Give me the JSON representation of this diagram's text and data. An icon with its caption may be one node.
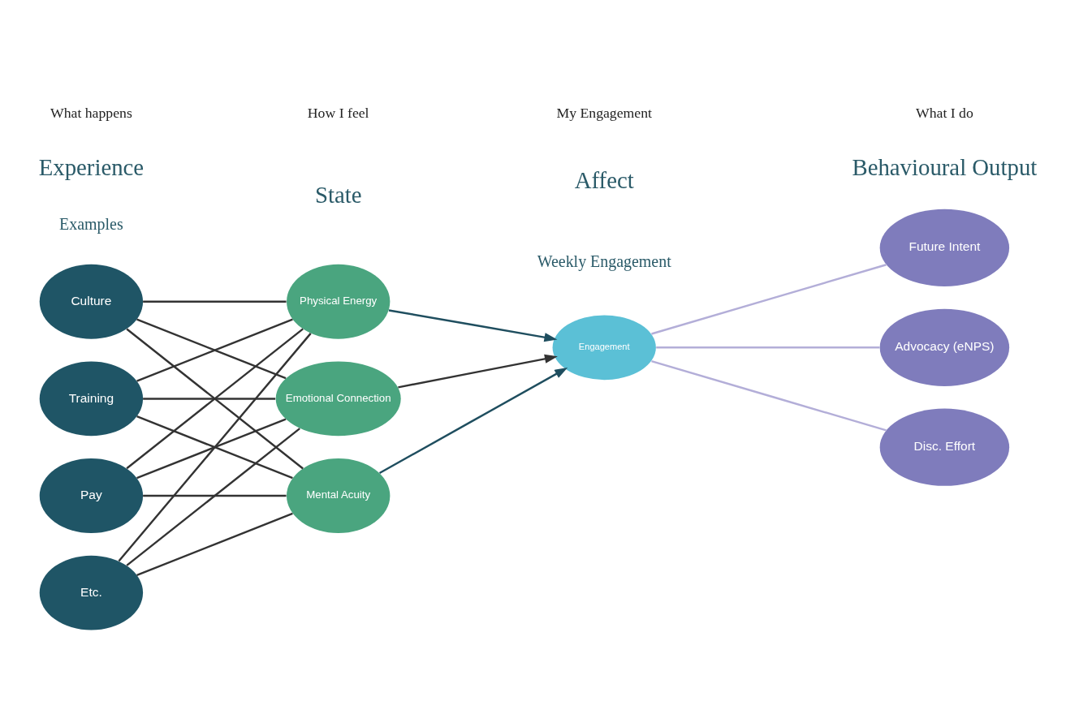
{
  "diagram": {
    "nodes": [
      {
        "text": [
          "Culture"
        ]
      },
      {
        "text": [
          "Training"
        ]
      },
      {
        "text": [
          "Pay"
        ]
      },
      {
        "text": [
          "Etc."
        ]
      },
      {
        "text": [
          "Physical Energy"
        ]
      },
      {
        "text": [
          "Emotional Connection"
        ]
      },
      {
        "text": [
          "Mental Acuity"
        ]
      },
      {
        "text": [
          "Engagement"
        ],
        "beside": [
          "Weekly Engagement"
        ]
      },
      {
        "text": [
          "Future Intent"
        ]
      },
      {
        "text": [
          "Advocacy (eNPS)"
        ]
      },
      {
        "text": [
          "Disc. Effort"
        ]
      }
    ],
    "edges": [
      {
        "from": 0,
        "to": 4,
        "arrow": "none"
      },
      {
        "from": 0,
        "to": 5,
        "arrow": "none"
      },
      {
        "from": 0,
        "to": 6,
        "arrow": "none"
      },
      {
        "from": 1,
        "to": 4,
        "arrow": "none"
      },
      {
        "from": 1,
        "to": 5,
        "arrow": "none"
      },
      {
        "from": 1,
        "to": 6,
        "arrow": "none"
      },
      {
        "from": 2,
        "to": 4,
        "arrow": "none"
      },
      {
        "from": 2,
        "to": 5,
        "arrow": "none"
      },
      {
        "from": 2,
        "to": 6,
        "arrow": "none"
      },
      {
        "from": 3,
        "to": 4,
        "arrow": "none"
      },
      {
        "from": 3,
        "to": 5,
        "arrow": "none"
      },
      {
        "from": 3,
        "to": 6,
        "arrow": "none"
      },
      {
        "from": 4,
        "to": 7,
        "arrow": "to",
        "color": "#1f4e5f"
      },
      {
        "from": 5,
        "to": 7,
        "arrow": "to"
      },
      {
        "from": 6,
        "to": 7,
        "arrow": "to",
        "color": "#1f4e5f"
      },
      {
        "from": 7,
        "to": 8,
        "arrow": "none",
        "color": "#b3aed8"
      },
      {
        "from": 7,
        "to": 9,
        "arrow": "none",
        "color": "#b3aed8"
      },
      {
        "from": 7,
        "to": 10,
        "arrow": "none",
        "color": "#b3aed8"
      }
    ],
    "labels": [
      "What happens",
      "How I feel",
      "My Engagement",
      "What I do",
      "Experience",
      "State",
      "Affect",
      "Behavioural Output",
      "Examples"
    ]
  }
}
